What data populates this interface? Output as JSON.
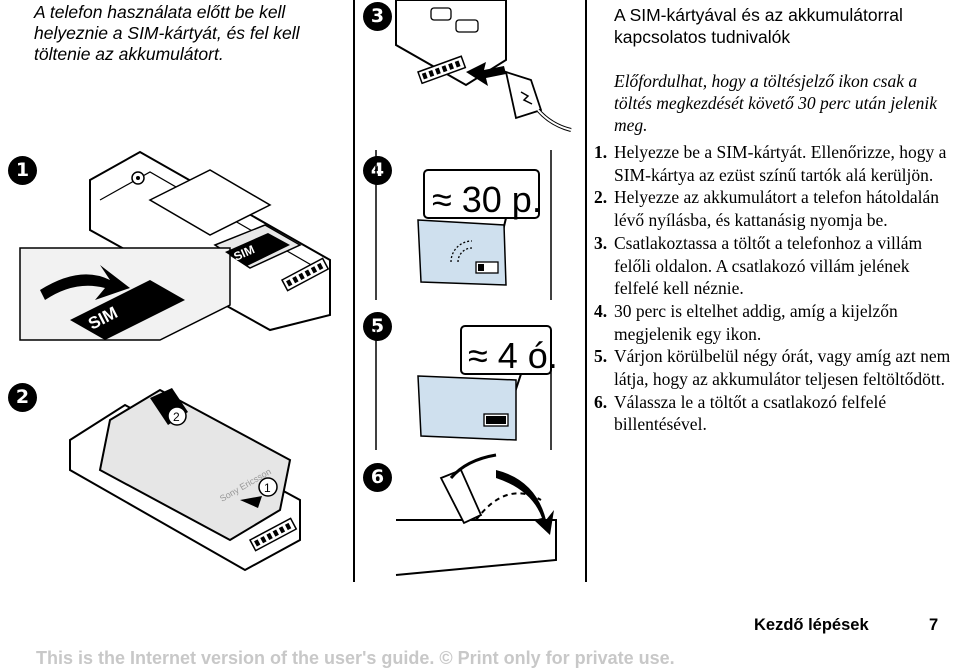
{
  "intro": "A telefon használata előtt be kell helyeznie a SIM-kártyát, és fel kell töltenie az akkumulátort.",
  "step_numbers": [
    "1",
    "2",
    "3",
    "4",
    "5",
    "6"
  ],
  "illustration": {
    "sim_label": "SIM",
    "badge_2": "2",
    "badge_1": "1",
    "brand": "Sony Ericsson",
    "time_30": "≈ 30 p.",
    "time_4": "≈ 4 ó."
  },
  "heading": "A SIM-kártyával és az akkumulátorral kapcsolatos tudnivalók",
  "note": "Előfordulhat, hogy a töltésjelző ikon csak a töltés megkezdését követő 30 perc után jelenik meg.",
  "steps": [
    {
      "n": "1.",
      "text": "Helyezze be a SIM-kártyát. Ellenőrizze, hogy a SIM-kártya az ezüst színű tartók alá kerüljön."
    },
    {
      "n": "2.",
      "text": "Helyezze az akkumulátort a telefon hátoldalán lévő nyílásba, és kattanásig nyomja be."
    },
    {
      "n": "3.",
      "text": "Csatlakoztassa a töltőt a telefonhoz a villám felőli oldalon. A csatlakozó villám jelének felfelé kell néznie."
    },
    {
      "n": "4.",
      "text": "30 perc is eltelhet addig, amíg a kijelzőn megjelenik egy ikon."
    },
    {
      "n": "5.",
      "text": "Várjon körülbelül négy órát, vagy amíg azt nem látja, hogy az akkumulátor teljesen feltöltődött."
    },
    {
      "n": "6.",
      "text": "Válassza le a töltőt a csatlakozó felfelé billentésével."
    }
  ],
  "footer": {
    "section": "Kezdő lépések",
    "page": "7",
    "disclaimer": "This is the Internet version of the user's guide. © Print only for private use."
  }
}
